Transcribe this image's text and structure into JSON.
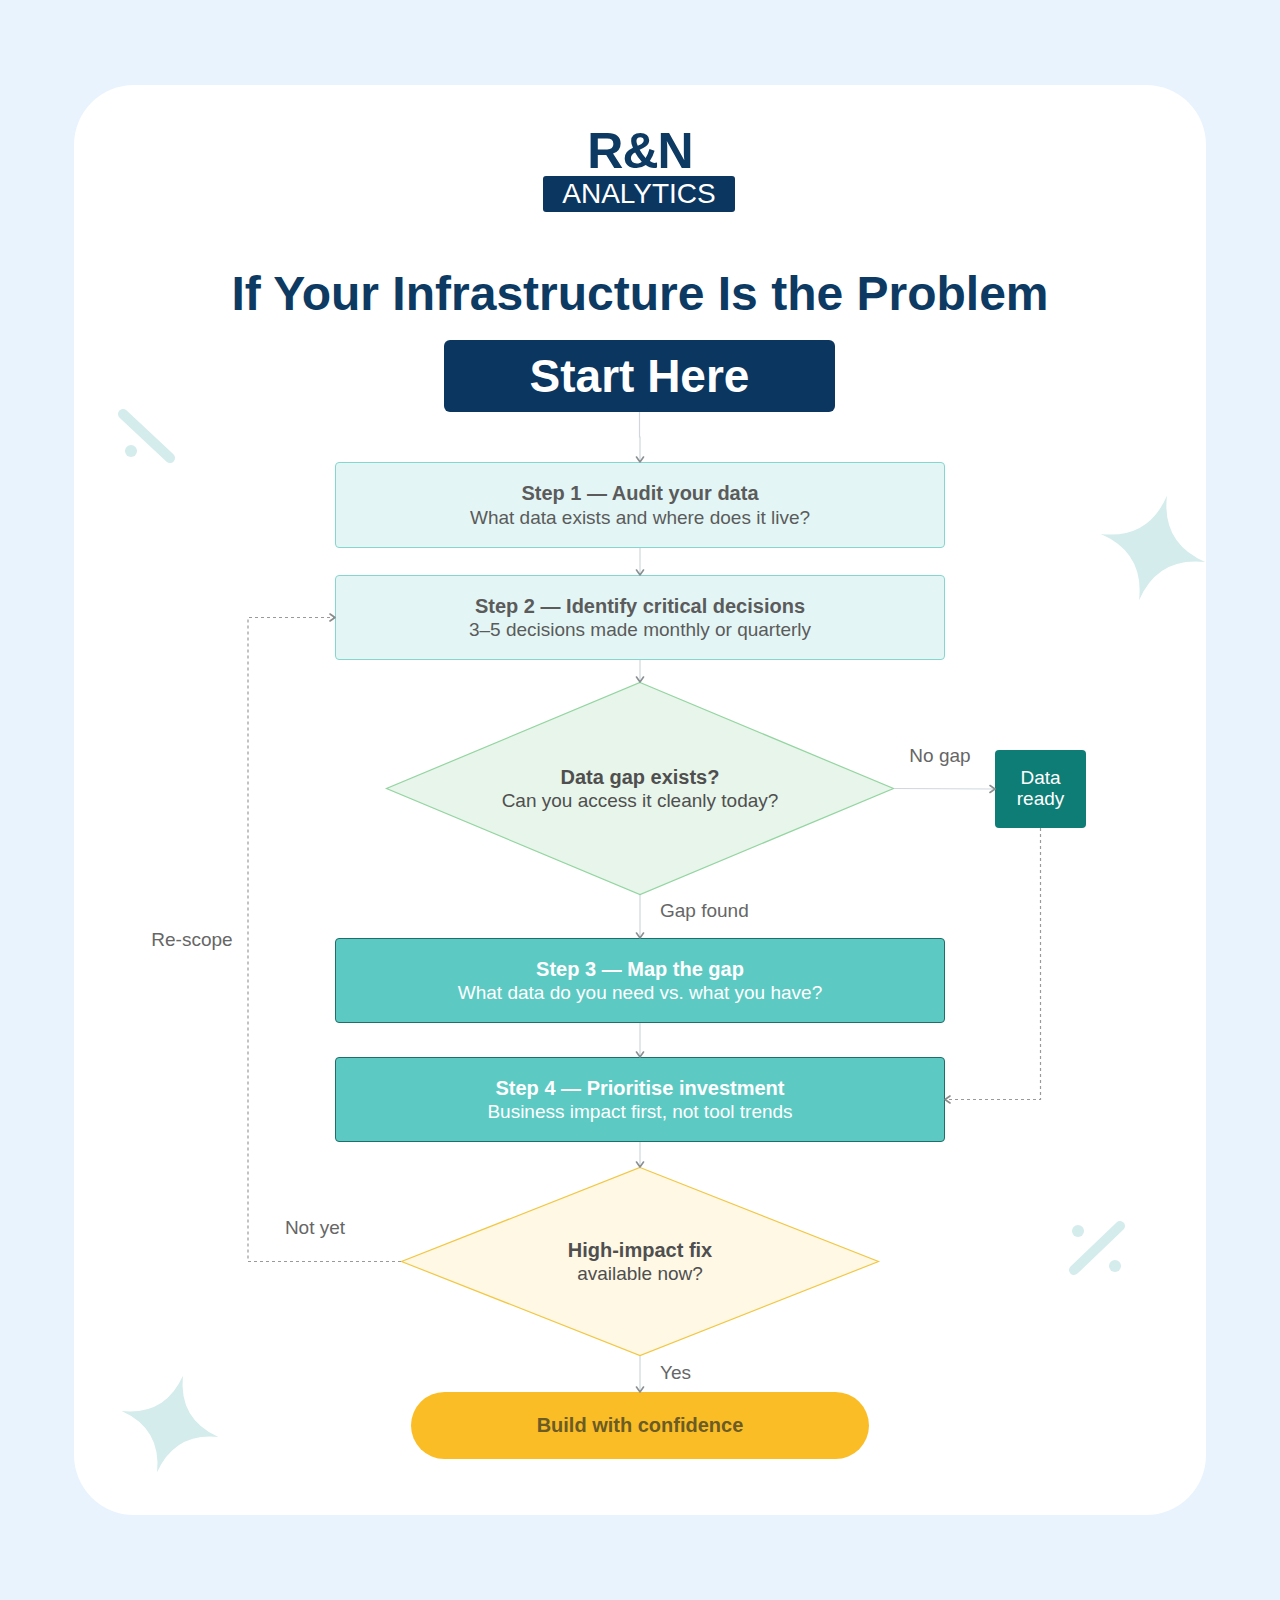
{
  "diagram": {
    "title": "If Your Infrastructure Is the Problem",
    "nodes": [
      {
        "text": [
          "Start Here"
        ]
      },
      {
        "text": [
          "Step 1 — Audit your data",
          "What data exists and where does it live?"
        ]
      },
      {
        "text": [
          "Step 2 — Identify critical decisions",
          "3–5 decisions made monthly or quarterly"
        ]
      },
      {
        "text": [
          "Data gap exists?",
          "Can you access it cleanly today?"
        ]
      },
      {
        "text": [
          "Data ready"
        ]
      },
      {
        "text": [
          "Step 3 — Map the gap",
          "What data do you need vs. what you have?"
        ]
      },
      {
        "text": [
          "Step 4 — Prioritise investment",
          "Business impact first, not tool trends"
        ]
      },
      {
        "text": [
          "High-impact fix",
          "available now?"
        ]
      },
      {
        "text": [
          "Build with confidence"
        ]
      }
    ],
    "edges": [
      {
        "from": 0,
        "to": 1,
        "arrow": "to"
      },
      {
        "from": 1,
        "to": 2,
        "arrow": "to"
      },
      {
        "from": 2,
        "to": 3,
        "arrow": "to"
      },
      {
        "from": 3,
        "to": 4,
        "label": "No gap",
        "arrow": "to"
      },
      {
        "from": 3,
        "to": 5,
        "label": "Gap found",
        "arrow": "to"
      },
      {
        "from": 5,
        "to": 6,
        "arrow": "to"
      },
      {
        "from": 4,
        "to": 6,
        "arrow": "to"
      },
      {
        "from": 6,
        "to": 7,
        "arrow": "to"
      },
      {
        "from": 7,
        "to": 8,
        "label": "Yes",
        "arrow": "to"
      },
      {
        "from": 7,
        "to": 2,
        "label": "Not yet",
        "arrow": "to"
      }
    ],
    "labels": [
      "R&N",
      "ANALYTICS",
      "Re-scope"
    ]
  }
}
